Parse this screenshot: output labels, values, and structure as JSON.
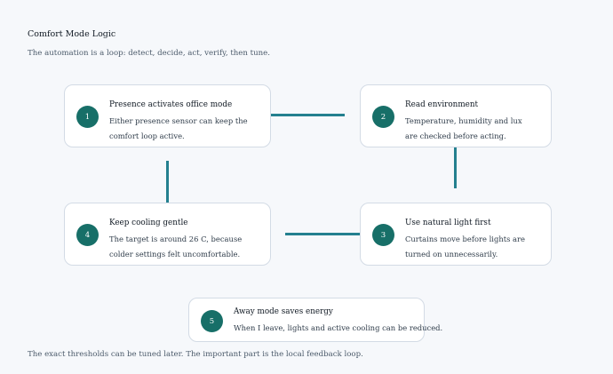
{
  "title": "Comfort Mode Logic",
  "subtitle": "The automation is a loop: detect, decide, act, verify, then tune.",
  "footer": "The exact thresholds can be tuned later. The important part is the local feedback loop.",
  "colors": {
    "accent": "#176f68",
    "connector": "#24808f",
    "card_border": "#d3dbe5",
    "background": "#f6f8fb"
  },
  "steps": [
    {
      "num": "1",
      "title": "Presence activates office mode",
      "line1": "Either presence sensor can keep the",
      "line2": "comfort loop active."
    },
    {
      "num": "2",
      "title": "Read environment",
      "line1": "Temperature, humidity and lux",
      "line2": "are checked before acting."
    },
    {
      "num": "3",
      "title": "Use natural light first",
      "line1": "Curtains move before lights are",
      "line2": "turned on unnecessarily."
    },
    {
      "num": "4",
      "title": "Keep cooling gentle",
      "line1": "The target is around 26 C, because",
      "line2": "colder settings felt uncomfortable."
    },
    {
      "num": "5",
      "title": "Away mode saves energy",
      "line1": "When I leave, lights and active cooling can be reduced."
    }
  ]
}
